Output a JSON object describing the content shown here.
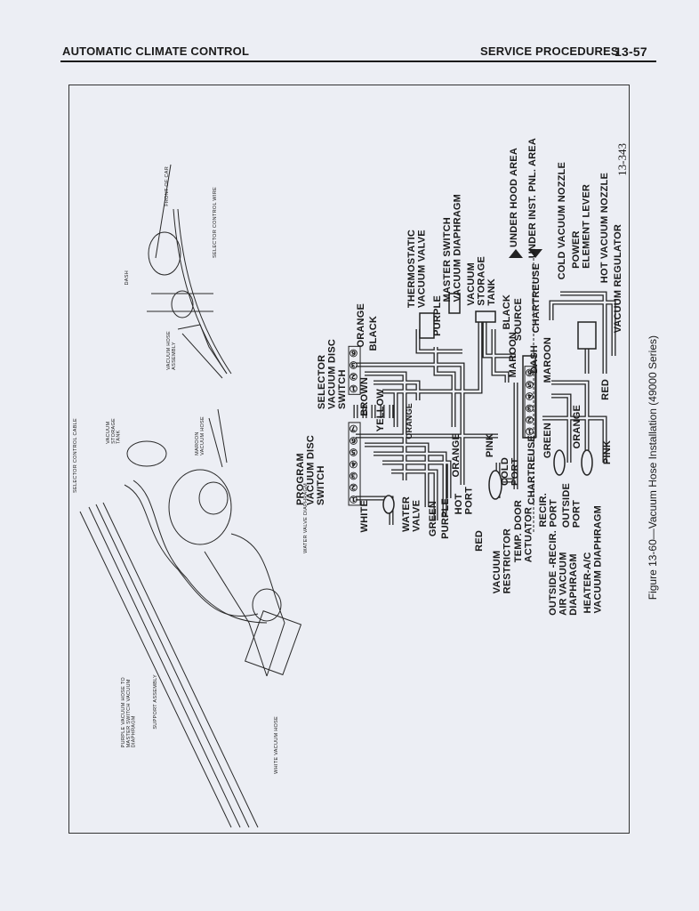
{
  "header": {
    "section_title": "AUTOMATIC CLIMATE CONTROL",
    "subsection_title": "SERVICE PROCEDURES",
    "page_number": "13-57"
  },
  "figure": {
    "caption": "Figure 13-60—Vacuum Hose Installation (49000 Series)",
    "drawing_number": "13-343"
  },
  "pictorial_labels": {
    "front_of_car": "FRONT OF CAR",
    "selector_control_wire": "SELECTOR CONTROL WIRE",
    "dash": "DASH",
    "vacuum_hose_assembly": "VACUUM HOSE\nASSEMBLY",
    "selector_control_cable": "SELECTOR CONTROL CABLE",
    "vacuum_storage_tank": "VACUUM\nSTORAGE\nTANK",
    "maroon_vacuum_hose": "MAROON\nVACUUM HOSE",
    "water_valve_diaphragm": "WATER VALVE DIAPHRAGM",
    "purple_hose": "PURPLE VACUUM HOSE TO\nMASTER SWITCH VACUUM\nDIAPHRAGM",
    "support_assembly": "SUPPORT ASSEMBLY",
    "white_vacuum_hose": "WHITE VACUUM HOSE"
  },
  "schematic_labels": {
    "selector_switch": "SELECTOR\nVACUUM DISC\nSWITCH",
    "selector_ports": "①②③⑥",
    "program_switch": "PROGRAM\nVACUUM DISC\nSWITCH",
    "program_ports": "①②③④⑤⑥⑦",
    "dash_ports": "①②③④⑤⑥",
    "orange_1": "ORANGE",
    "black_1": "BLACK",
    "brown": "BROWN",
    "yellow": "YELLOW",
    "orange_2": "ORANGE",
    "white": "WHITE",
    "water_valve": "WATER\nVALVE",
    "green_1": "GREEN",
    "purple_1": "PURPLE",
    "orange_3": "ORANGE",
    "hot_port": "HOT\nPORT",
    "pink_1": "PINK",
    "cold_port": "COLD\nPORT",
    "red_1": "RED",
    "vacuum_restrictor": "VACUUM\nRESTRICTOR",
    "temp_door_actuator": "TEMP. DOOR\nACTUATOR",
    "chartreuse_1": "CHARTREUSE",
    "green_2": "GREEN",
    "recir_port": "RECIR.\nPORT",
    "outside_port": "OUTSIDE\nPORT",
    "orange_4": "ORANGE",
    "pink_2": "PINK",
    "outside_recir_diaphragm": "OUTSIDE -RECIR.\nAIR VACUUM\nDIAPHRAGM",
    "heater_ac_diaphragm": "HEATER-A/C\nVACUUM DIAPHRAGM",
    "maroon_1": "MAROON",
    "source": "SOURCE",
    "black_2": "BLACK",
    "dash": "DASH",
    "maroon_2": "MAROON",
    "chartreuse_2": "CHARTREUSE",
    "red_2": "RED",
    "vacuum_storage_tank": "VACUUM\nSTORAGE\nTANK",
    "thermostatic_valve": "THERMOSTATIC\nVACUUM VALVE",
    "purple_2": "PURPLE",
    "master_switch": "MASTER SWITCH\nVACUUM DIAPHRAGM",
    "under_hood_area": "UNDER HOOD AREA",
    "under_inst_pnl_area": "UNDER INST. PNL. AREA",
    "cold_vacuum_nozzle": "COLD VACUUM NOZZLE",
    "power_element_lever": "POWER\nELEMENT LEVER",
    "hot_vacuum_nozzle": "HOT VACUUM NOZZLE",
    "vacuum_regulator": "VACUUM REGULATOR"
  }
}
